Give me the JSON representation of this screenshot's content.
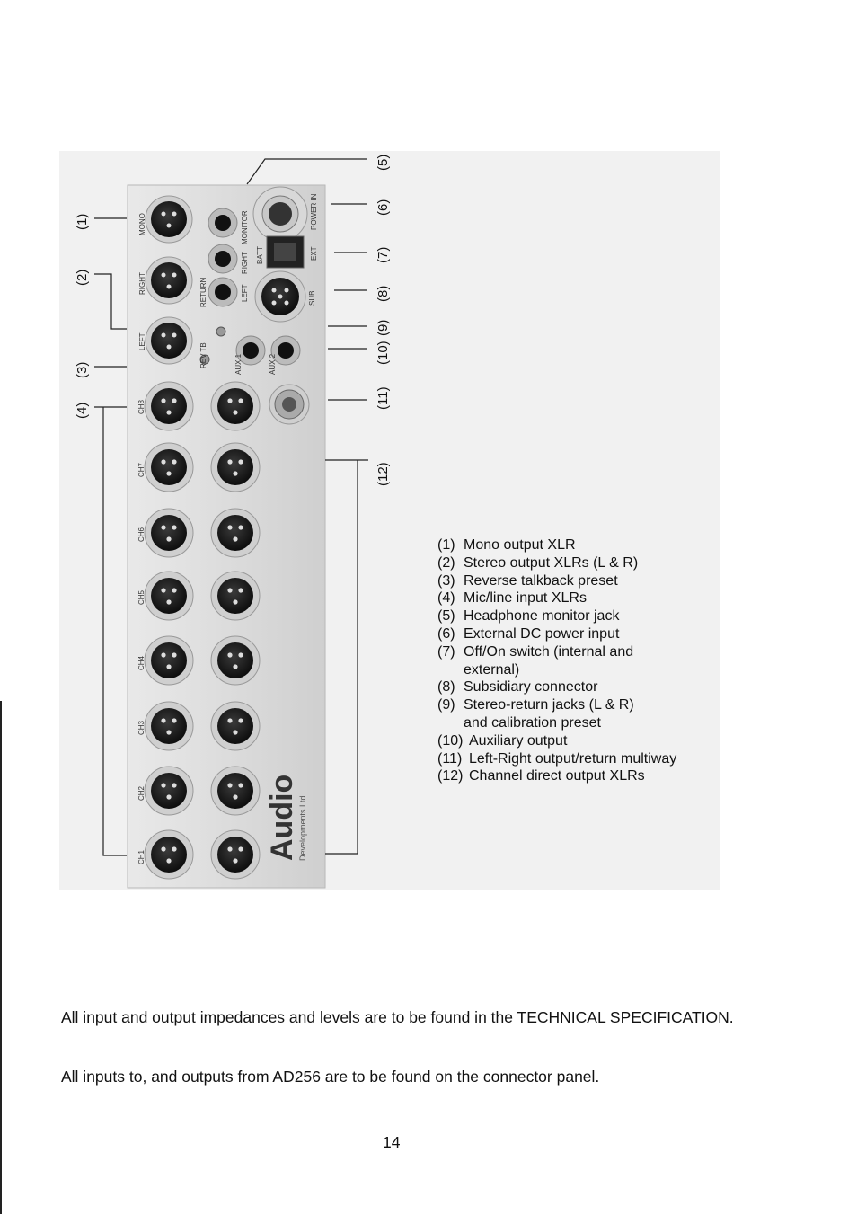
{
  "callouts": {
    "c1": "(1)",
    "c2": "(2)",
    "c3": "(3)",
    "c4": "(4)",
    "c5": "(5)",
    "c6": "(6)",
    "c7": "(7)",
    "c8": "(8)",
    "c9": "(9)",
    "c10": "(10)",
    "c11": "(11)",
    "c12": "(12)"
  },
  "panel_labels": {
    "mono": "MONO",
    "right": "RIGHT",
    "left": "LEFT",
    "monitor": "MONITOR",
    "return_right": "RIGHT",
    "return_left": "LEFT",
    "return": "RETURN",
    "power_in": "POWER IN",
    "batt": "BATT",
    "ext": "EXT",
    "sub": "SUB",
    "rev_tb": "REV TB",
    "aux1": "AUX 1",
    "aux2": "AUX 2",
    "ch8": "CH8",
    "ch7": "CH7",
    "ch6": "CH6",
    "ch5": "CH5",
    "ch4": "CH4",
    "ch3": "CH3",
    "ch2": "CH2",
    "ch1": "CH1",
    "logo": "Audio",
    "logo_sub": "Developments Ltd"
  },
  "legend": [
    {
      "num": "(1)",
      "lines": [
        "Mono output XLR"
      ]
    },
    {
      "num": "(2)",
      "lines": [
        "Stereo output XLRs (L & R)"
      ]
    },
    {
      "num": "(3)",
      "lines": [
        "Reverse talkback preset"
      ]
    },
    {
      "num": "(4)",
      "lines": [
        "Mic/line input XLRs"
      ]
    },
    {
      "num": "(5)",
      "lines": [
        "Headphone monitor jack"
      ]
    },
    {
      "num": "(6)",
      "lines": [
        "External DC power input"
      ]
    },
    {
      "num": "(7)",
      "lines": [
        "Off/On switch (internal and",
        "external)"
      ]
    },
    {
      "num": "(8)",
      "lines": [
        "Subsidiary connector"
      ]
    },
    {
      "num": "(9)",
      "lines": [
        "Stereo-return jacks (L & R)",
        "and calibration preset"
      ]
    },
    {
      "num": "(10)",
      "lines": [
        "Auxiliary output"
      ]
    },
    {
      "num": "(11)",
      "lines": [
        "Left-Right output/return multiway"
      ]
    },
    {
      "num": "(12)",
      "lines": [
        "Channel direct output XLRs"
      ]
    }
  ],
  "paragraphs": {
    "p1": "All input and output impedances and levels are to be found in the TECHNICAL SPECIFICATION.",
    "p2": "All inputs to, and outputs from AD256 are to be found on the connector panel."
  },
  "page_number": "14"
}
